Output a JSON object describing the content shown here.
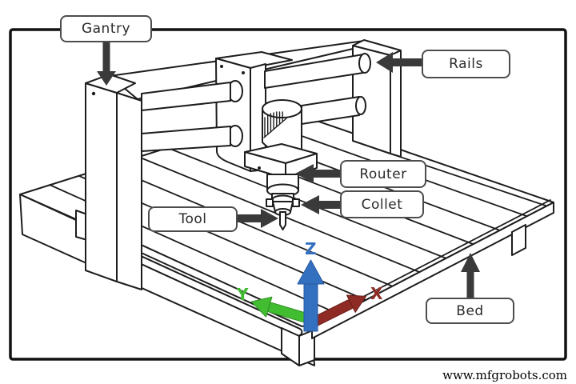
{
  "figure": {
    "type": "labeled-diagram",
    "subject": "CNC router machine parts diagram",
    "labels": {
      "gantry": "Gantry",
      "rails": "Rails",
      "router": "Router",
      "collet": "Collet",
      "tool": "Tool",
      "bed": "Bed"
    },
    "axes": {
      "x": "X",
      "y": "Y",
      "z": "Z"
    },
    "axis_colors": {
      "x": "#8e2b24",
      "y": "#3fbb30",
      "z": "#3470c0"
    },
    "watermark": "www.mfgrobots.com",
    "art_colors": {
      "line": "#1d1d1d",
      "pointer_arrow": "#3a3a3a",
      "box_border": "#4d4d4d",
      "background": "#ffffff"
    }
  }
}
